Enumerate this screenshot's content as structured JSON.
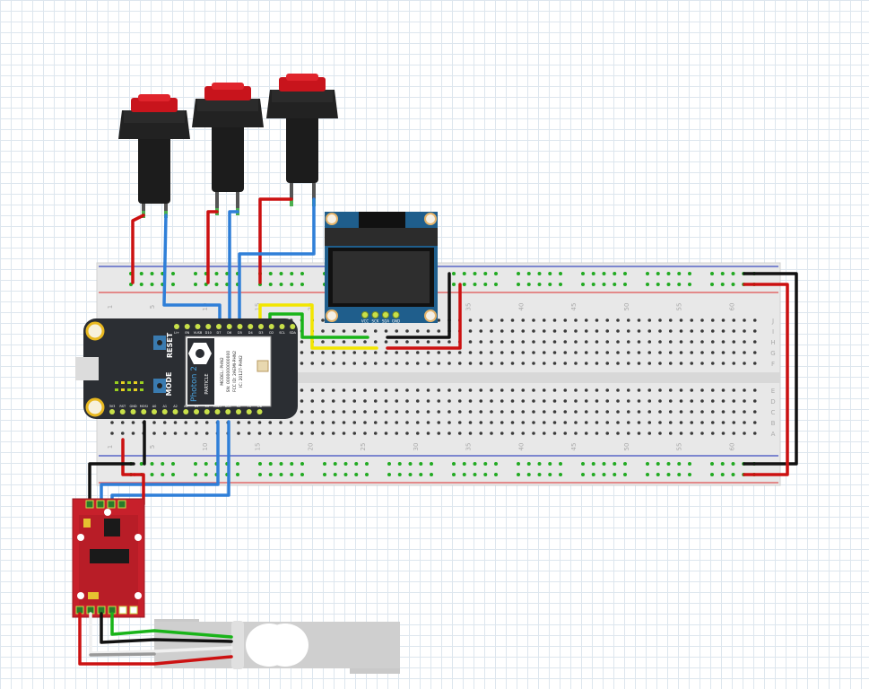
{
  "breadboard": {
    "column_numbers": [
      "1",
      "5",
      "10",
      "15",
      "20",
      "25",
      "30",
      "35",
      "40",
      "45",
      "50",
      "55",
      "60"
    ],
    "row_letters_top": [
      "J",
      "I",
      "H",
      "G",
      "F"
    ],
    "row_letters_bottom": [
      "E",
      "D",
      "C",
      "B",
      "A"
    ],
    "colors": {
      "body": "#e6e6e6",
      "rail_blue": "#3b4cc0",
      "rail_red": "#e05050",
      "hole": "#3a3a3a",
      "connected": "#22aa22"
    }
  },
  "microcontroller": {
    "name": "Photon 2",
    "brand": "PARTICLE",
    "reset_label": "RESET",
    "mode_label": "MODE",
    "model_lines": [
      "MODEL: PHN2",
      "SN: 0000000000000",
      "FCC ID: 2AEMI-PHN2",
      "IC: 20127-PHN2"
    ],
    "top_pins": [
      "Li+",
      "EN",
      "VUSB",
      "D10",
      "D7",
      "D6",
      "D5",
      "D4",
      "D3",
      "D2",
      "SCL",
      "SDA"
    ],
    "bottom_pins": [
      "3V3",
      "RST",
      "GND",
      "MOSI",
      "A0",
      "A1",
      "A2",
      "A5",
      "S4",
      "S3",
      "MISO",
      "SCK",
      "RX",
      "TX",
      "D8"
    ]
  },
  "oled": {
    "pins": [
      "VCC",
      "SCK",
      "SDA",
      "GND"
    ]
  },
  "wires": {
    "red": "#cc1111",
    "black": "#111111",
    "blue": "#2f7fd8",
    "yellow": "#f2e600",
    "green": "#19b419",
    "white": "#f0f0f0"
  },
  "components": [
    "push-button",
    "push-button",
    "push-button",
    "hx711-amplifier",
    "load-cell"
  ]
}
